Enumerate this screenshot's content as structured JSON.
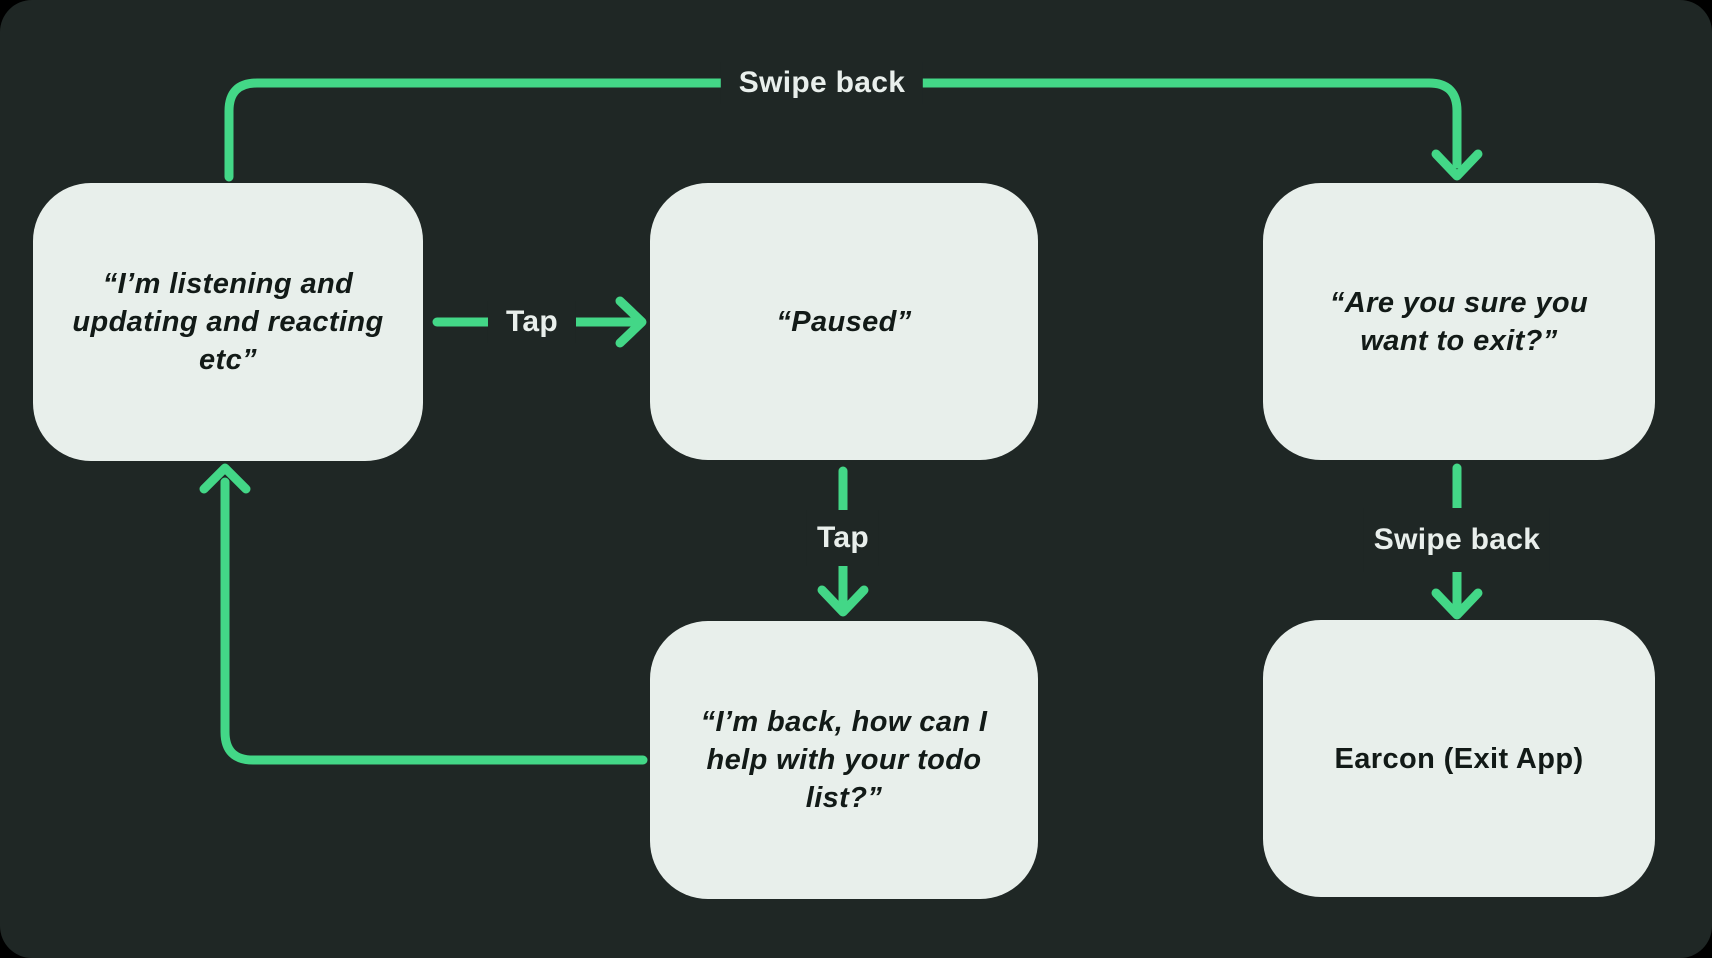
{
  "theme": {
    "outer_bg": "#000000",
    "canvas_bg": "#1f2725",
    "node_bg": "#e8efeb",
    "node_text": "#121a17",
    "label_text": "#e9efec",
    "arrow_green": "#43d787"
  },
  "diagram": {
    "type": "state-flowchart",
    "nodes": {
      "listening": {
        "text": "“I’m listening and updating and reacting etc”",
        "lines": [
          "“I’m listening and",
          "updating and reacting",
          "etc”"
        ]
      },
      "paused": {
        "text": "“Paused”",
        "lines": [
          "“Paused”"
        ]
      },
      "exit_confirm": {
        "text": "“Are you sure you want to exit?”",
        "lines": [
          "“Are you sure you",
          "want to exit?”"
        ]
      },
      "back_helping": {
        "text": "“I’m back, how can I help with your todo list?”",
        "lines": [
          "“I’m back, how can I",
          "help with your todo",
          "list?”"
        ]
      },
      "earcon": {
        "text": "Earcon (Exit App)",
        "lines": [
          "Earcon (Exit App)"
        ]
      }
    },
    "edges": {
      "swipe_back_top": {
        "label": "Swipe back",
        "from": "listening",
        "to": "exit_confirm",
        "action": "Swipe back"
      },
      "tap_right": {
        "label": "Tap",
        "from": "listening",
        "to": "paused",
        "action": "Tap"
      },
      "tap_down": {
        "label": "Tap",
        "from": "paused",
        "to": "back_helping",
        "action": "Tap"
      },
      "swipe_back_down": {
        "label": "Swipe back",
        "from": "exit_confirm",
        "to": "earcon",
        "action": "Swipe back"
      },
      "loop_back": {
        "label": "",
        "from": "back_helping",
        "to": "listening",
        "action": ""
      }
    }
  }
}
